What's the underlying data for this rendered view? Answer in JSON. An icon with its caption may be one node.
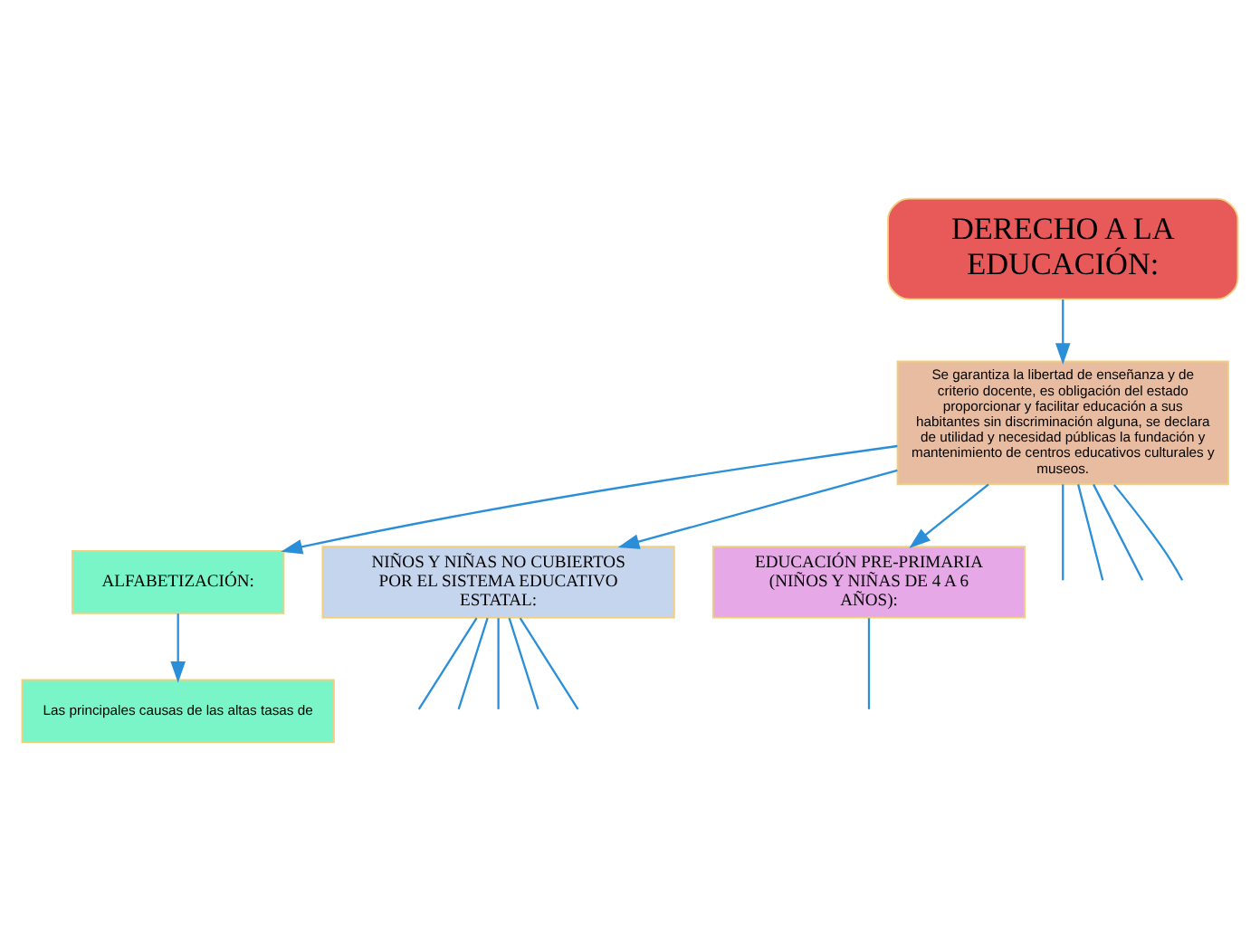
{
  "diagram": {
    "nodes": [
      {
        "text": [
          "DERECHO A LA EDUCACIÓN:"
        ]
      },
      {
        "text": [
          "Se garantiza la libertad de enseñanza y de criterio docente, es obligación del estado proporcionar y facilitar educación a sus habitantes sin discriminación alguna, se declara de utilidad y necesidad públicas la fundación y mantenimiento de centros educativos culturales y museos."
        ]
      },
      {
        "text": [
          "ALFABETIZACIÓN:"
        ]
      },
      {
        "text": [
          "NIÑOS Y NIÑAS NO CUBIERTOS POR EL SISTEMA EDUCATIVO ESTATAL:"
        ]
      },
      {
        "text": [
          "EDUCACIÓN PRE-PRIMARIA (NIÑOS Y NIÑAS DE 4 A 6 AÑOS):"
        ]
      },
      {
        "text": [
          "Las principales causas de las altas tasas de"
        ]
      }
    ],
    "edges": [
      {
        "from": 0,
        "to": 1,
        "arrow": "to"
      },
      {
        "from": 1,
        "to": 2,
        "arrow": "to"
      },
      {
        "from": 1,
        "to": null,
        "arrow": "none"
      },
      {
        "from": 1,
        "to": null,
        "arrow": "none"
      },
      {
        "from": 1,
        "to": 3,
        "arrow": "to"
      },
      {
        "from": 1,
        "to": null,
        "arrow": "none"
      },
      {
        "from": 1,
        "to": null,
        "arrow": "none"
      },
      {
        "from": 1,
        "to": 4,
        "arrow": "to"
      },
      {
        "from": 2,
        "to": 5,
        "arrow": "to"
      },
      {
        "from": 3,
        "to": null,
        "arrow": "none"
      },
      {
        "from": 3,
        "to": null,
        "arrow": "none"
      },
      {
        "from": 3,
        "to": null,
        "arrow": "none"
      },
      {
        "from": 3,
        "to": null,
        "arrow": "none"
      },
      {
        "from": 3,
        "to": null,
        "arrow": "none"
      },
      {
        "from": 4,
        "to": null,
        "arrow": "none"
      }
    ]
  }
}
